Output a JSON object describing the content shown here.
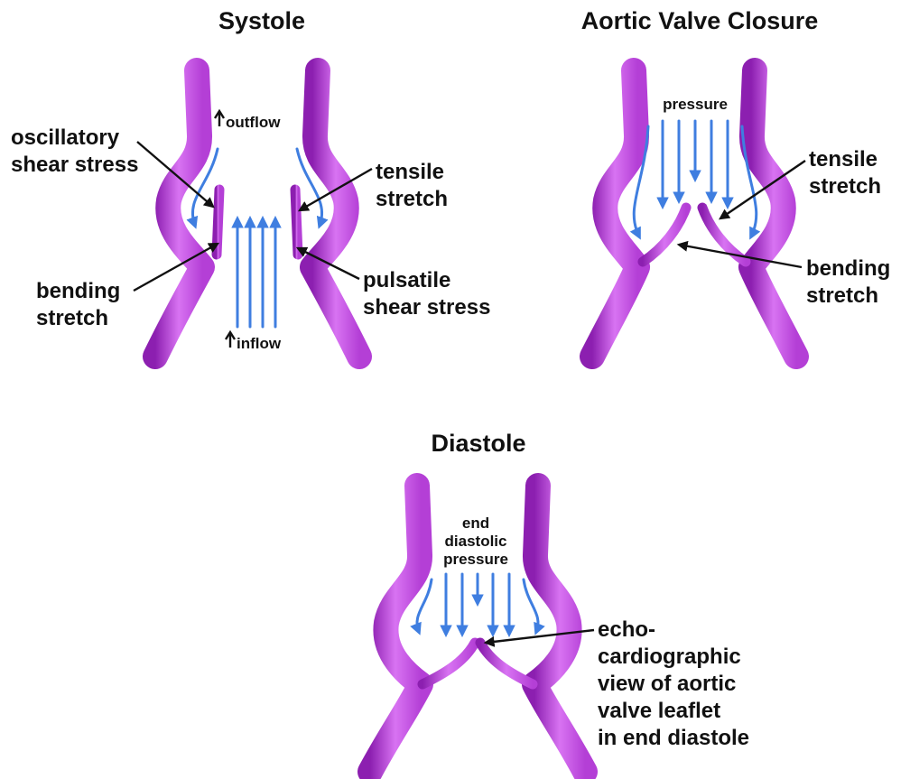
{
  "colors": {
    "vessel": "#b43fd6",
    "vessel_dark": "#8c1fb0",
    "vessel_light": "#d873f2",
    "flow": "#3f7ee0",
    "text": "#111111",
    "background": "#ffffff"
  },
  "panels": {
    "systole": {
      "title": "Systole",
      "outflow": "outflow",
      "inflow": "inflow",
      "oscillatory": [
        "oscillatory",
        "shear stress"
      ],
      "tensile": [
        "tensile",
        "stretch"
      ],
      "bending": [
        "bending",
        "stretch"
      ],
      "pulsatile": [
        "pulsatile",
        "shear stress"
      ]
    },
    "closure": {
      "title": "Aortic Valve Closure",
      "pressure": "pressure",
      "tensile": [
        "tensile",
        "stretch"
      ],
      "bending": [
        "bending",
        "stretch"
      ]
    },
    "diastole": {
      "title": "Diastole",
      "pressure": [
        "end",
        "diastolic",
        "pressure"
      ],
      "echo": [
        "echo-",
        "cardiographic",
        "view of aortic",
        "valve leaflet",
        "in end diastole"
      ]
    }
  }
}
